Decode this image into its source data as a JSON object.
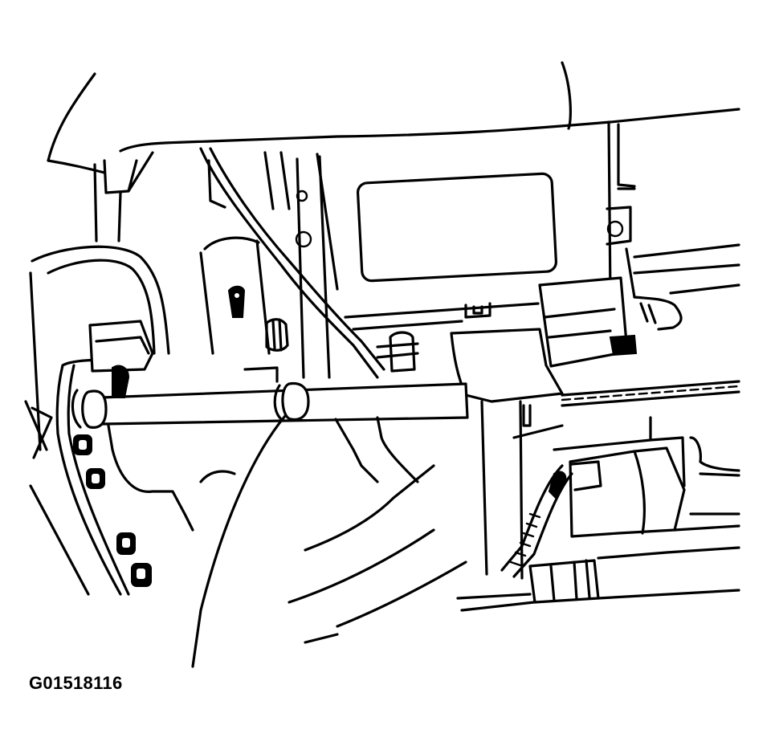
{
  "figure": {
    "caption_code": "G01518116",
    "style": "black-and-white line art",
    "colors": {
      "line": "#000000",
      "background": "#ffffff"
    },
    "components": [
      "instrument-panel-upper-edge",
      "dash-module-rectangular-window",
      "steering-column-shaft",
      "shaft-coupling-ring",
      "bracket-with-nuts",
      "electrical-connector",
      "wiring-harness-corrugated-conduit",
      "relay-or-motor-housing",
      "lower-tube-fitting"
    ]
  }
}
